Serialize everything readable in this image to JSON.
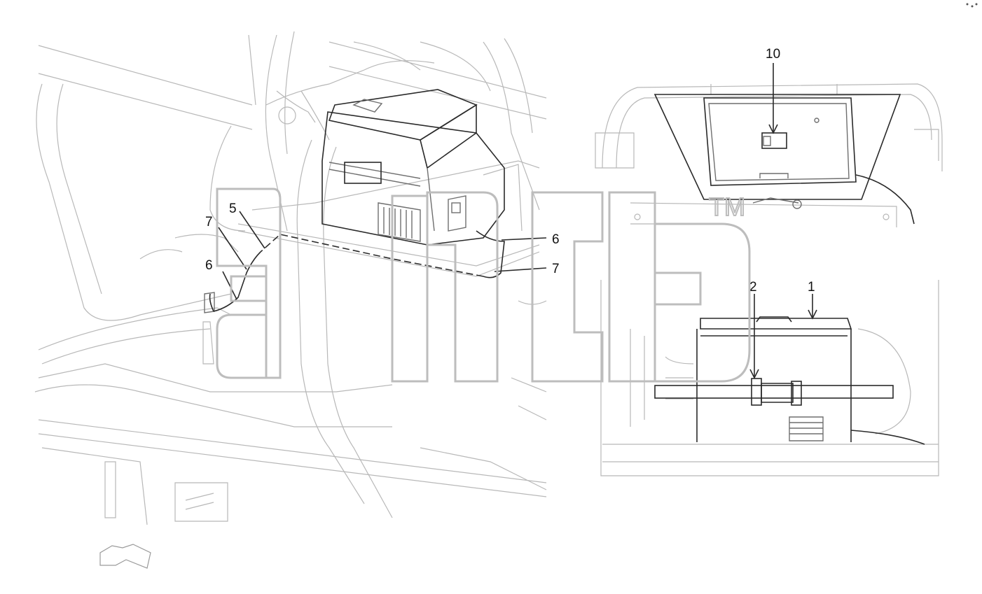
{
  "diagram": {
    "callouts": {
      "c1": "1",
      "c2": "2",
      "c5": "5",
      "c6a": "6",
      "c6b": "6",
      "c7a": "7",
      "c7b": "7",
      "c10": "10"
    },
    "watermark": "TM"
  }
}
